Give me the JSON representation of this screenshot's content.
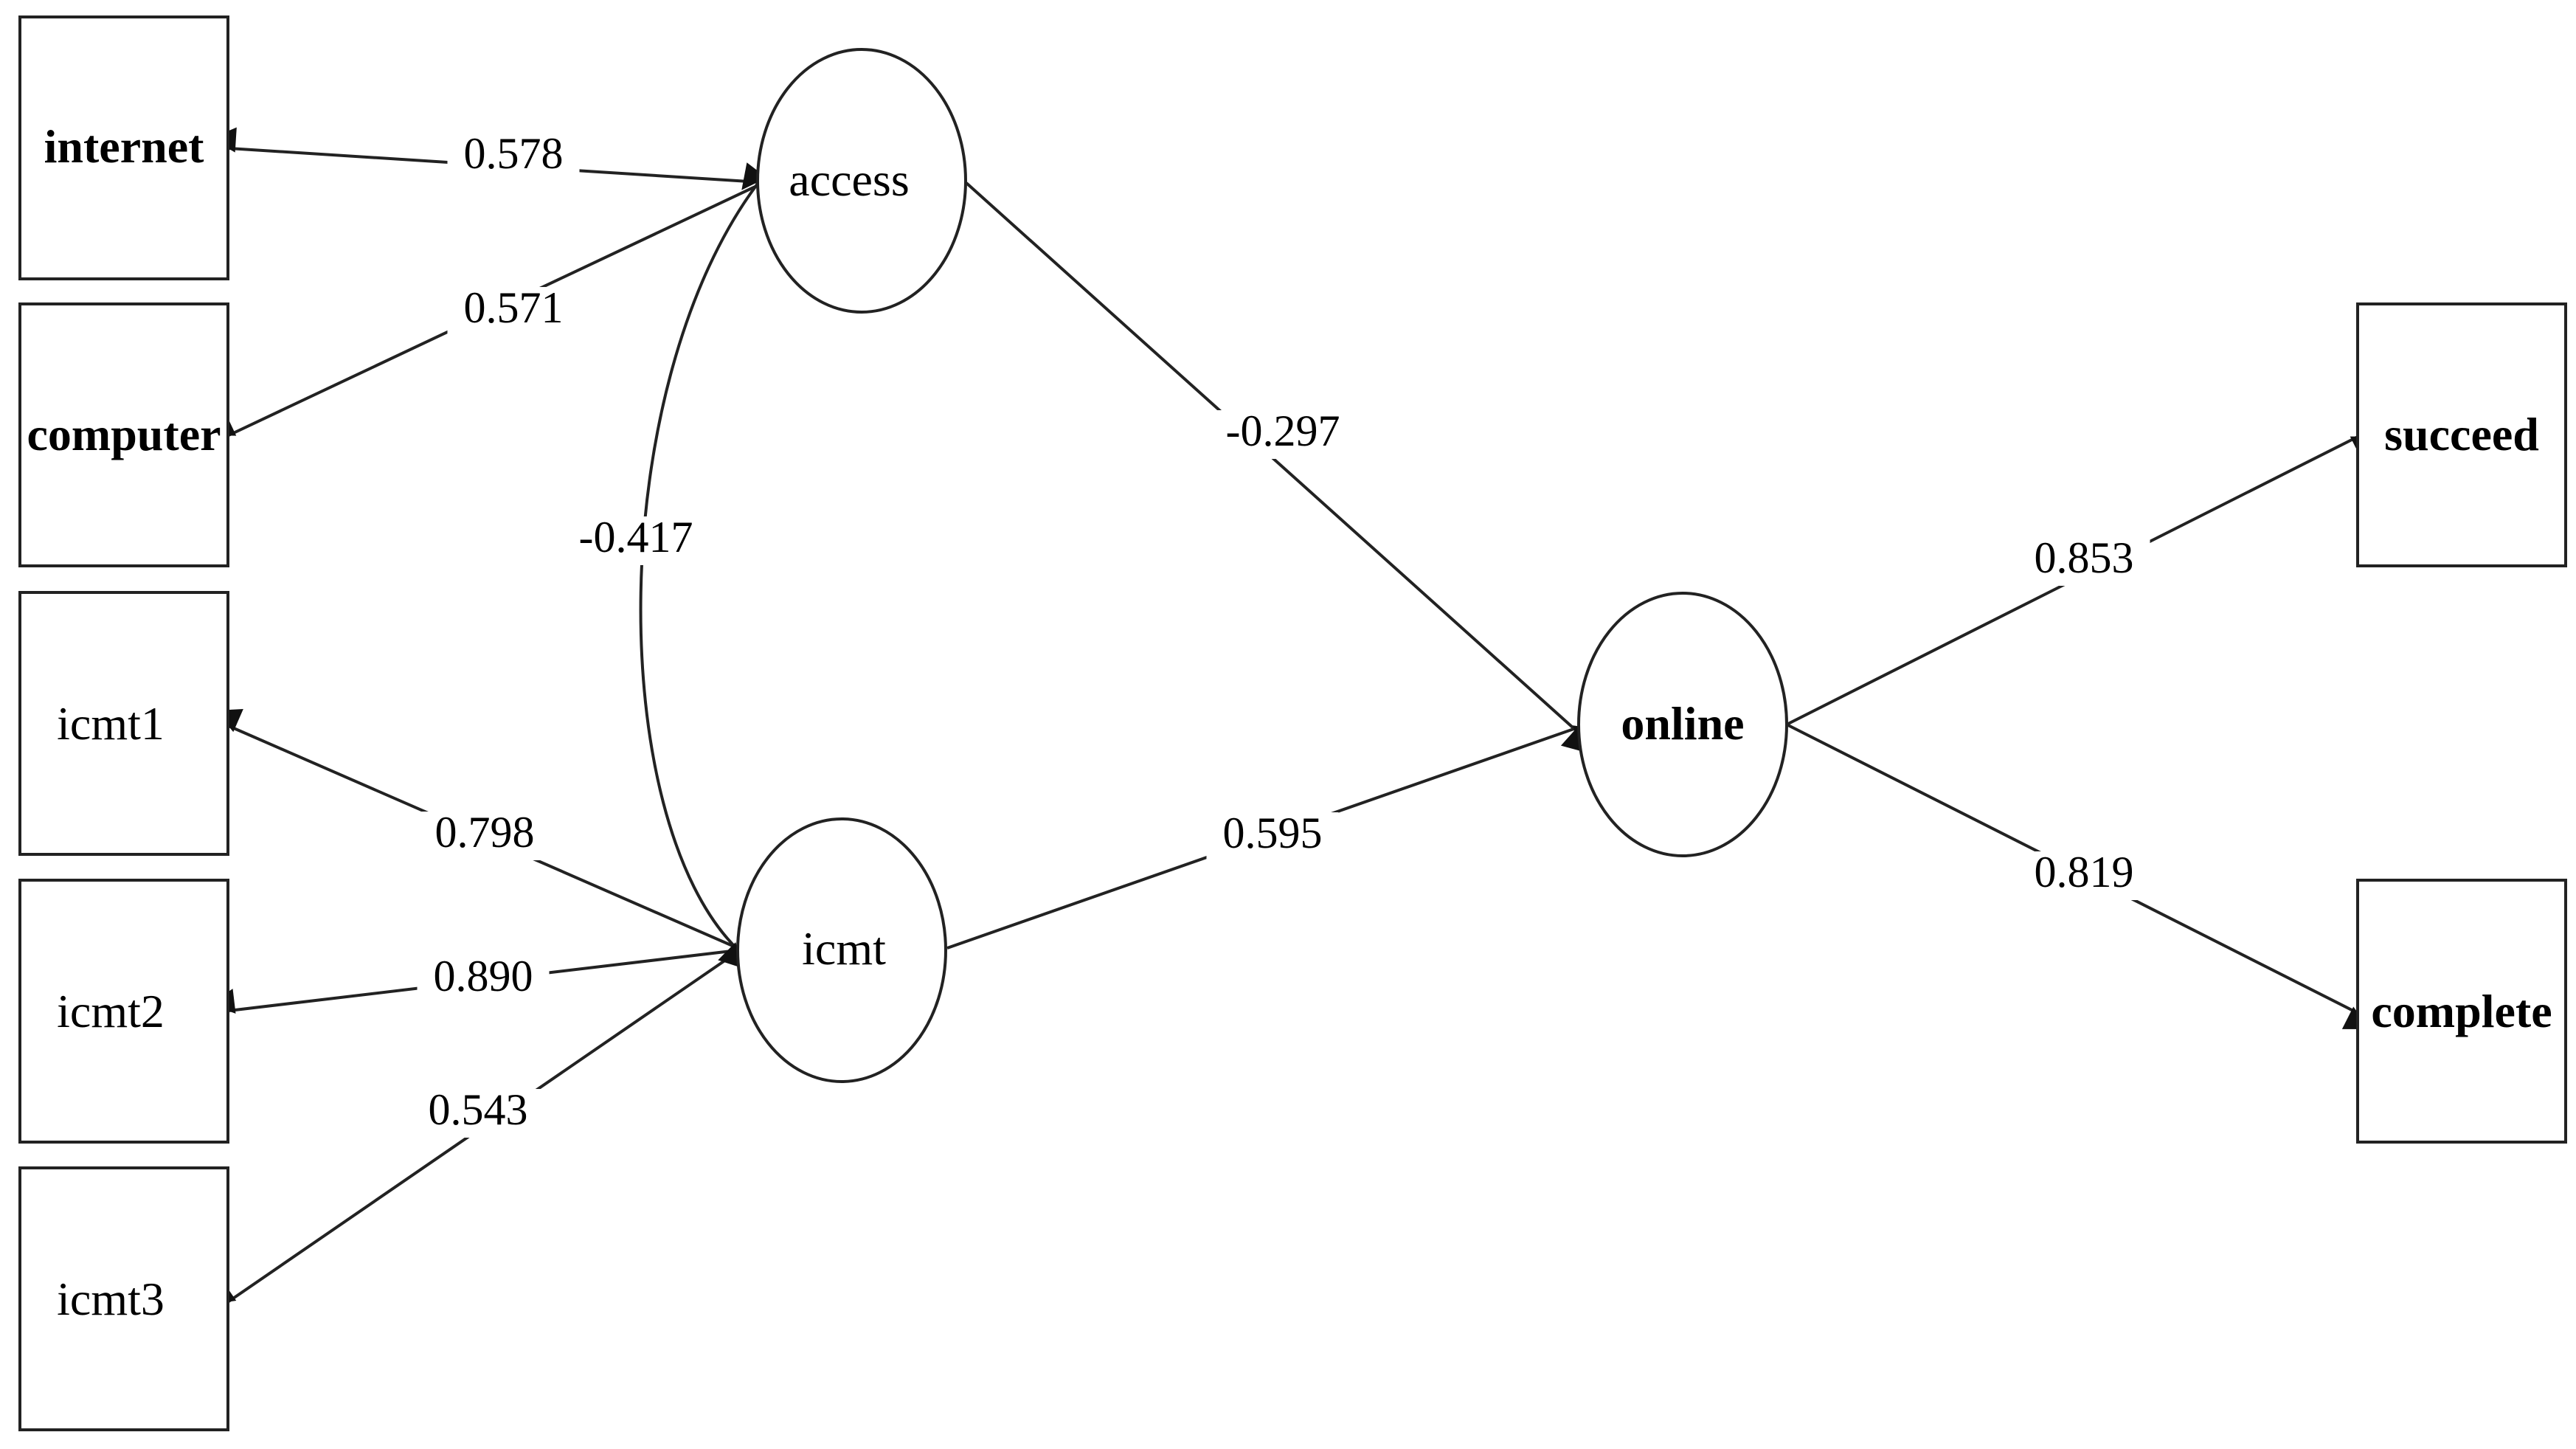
{
  "diagram": {
    "indicators": [
      {
        "id": "internet",
        "label": "internet",
        "bold": true
      },
      {
        "id": "computer",
        "label": "computer",
        "bold": true
      },
      {
        "id": "icmt1",
        "label": "icmt1",
        "bold": false
      },
      {
        "id": "icmt2",
        "label": "icmt2",
        "bold": false
      },
      {
        "id": "icmt3",
        "label": "icmt3",
        "bold": false
      },
      {
        "id": "succeed",
        "label": "succeed",
        "bold": true
      },
      {
        "id": "complete",
        "label": "complete",
        "bold": true
      }
    ],
    "latents": [
      {
        "id": "access",
        "label": "access",
        "bold": false
      },
      {
        "id": "icmt",
        "label": "icmt",
        "bold": false
      },
      {
        "id": "online",
        "label": "online",
        "bold": true
      }
    ],
    "edges": [
      {
        "from": "access",
        "to": "internet",
        "label": "0.578"
      },
      {
        "from": "access",
        "to": "computer",
        "label": "0.571"
      },
      {
        "from": "icmt",
        "to": "icmt1",
        "label": "0.798"
      },
      {
        "from": "icmt",
        "to": "icmt2",
        "label": "0.890"
      },
      {
        "from": "icmt",
        "to": "icmt3",
        "label": "0.543"
      },
      {
        "from": "access",
        "to": "online",
        "label": "-0.297"
      },
      {
        "from": "icmt",
        "to": "online",
        "label": "0.595"
      },
      {
        "from": "online",
        "to": "succeed",
        "label": "0.853"
      },
      {
        "from": "online",
        "to": "complete",
        "label": "0.819"
      },
      {
        "from": "access",
        "to": "icmt",
        "label": "-0.417",
        "type": "covariance"
      }
    ]
  }
}
